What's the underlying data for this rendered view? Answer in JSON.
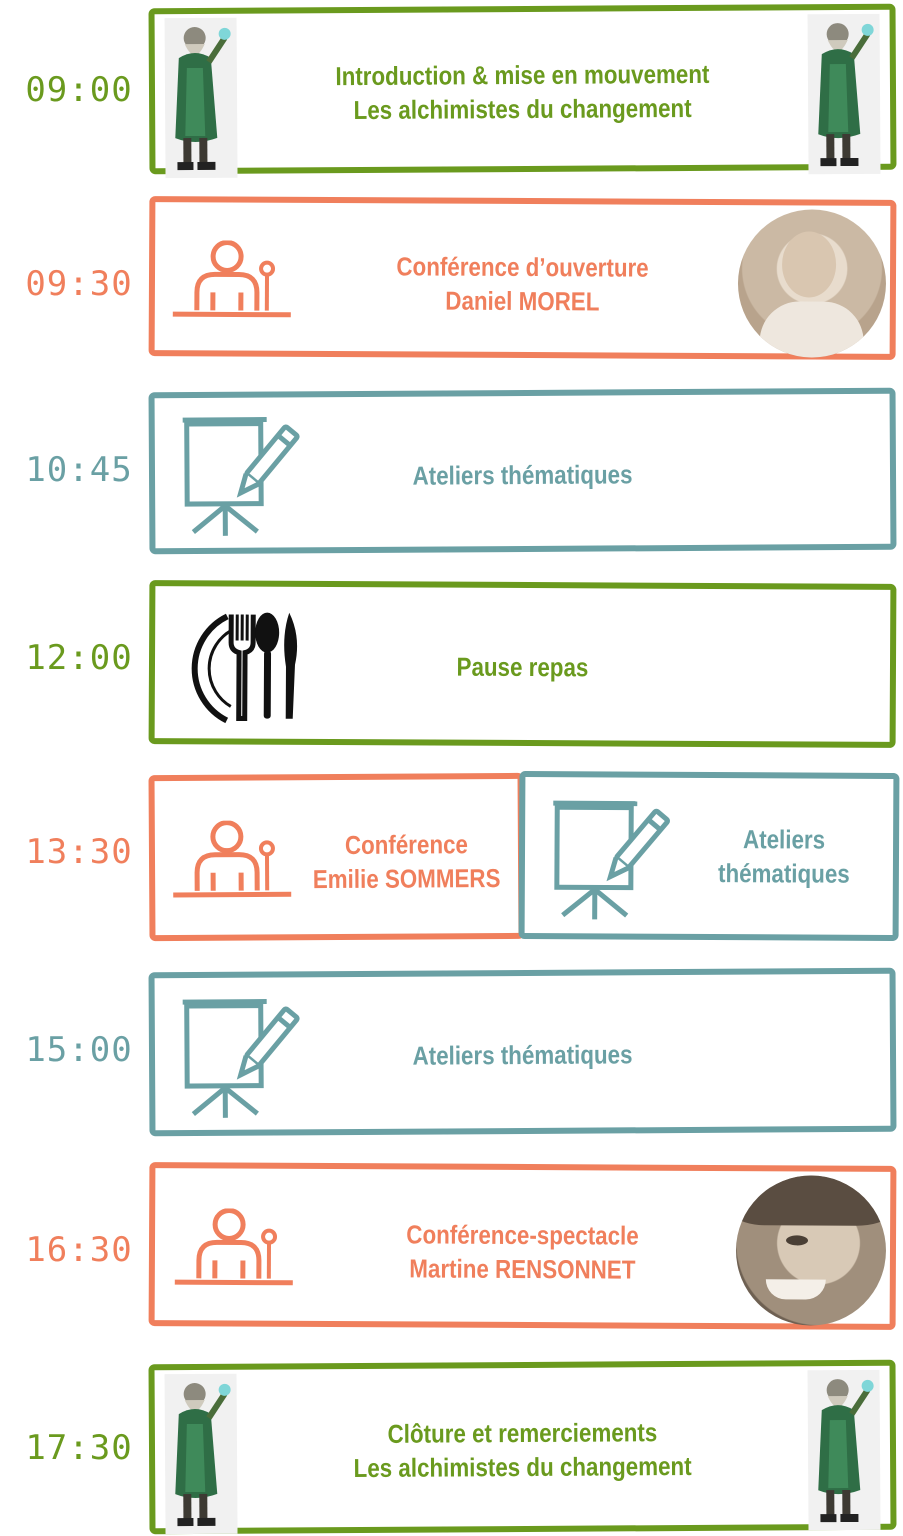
{
  "colors": {
    "green": "#6a9a1e",
    "orange": "#f07f5c",
    "teal": "#6aa0a4"
  },
  "schedule": [
    {
      "time": "09:00",
      "line1": "Introduction & mise en mouvement",
      "line2": "Les alchimistes du changement",
      "icon": "wizard-figure-icon"
    },
    {
      "time": "09:30",
      "line1": "Conférence d’ouverture",
      "line2": "Daniel MOREL",
      "icon": "speaker-podium-icon"
    },
    {
      "time": "10:45",
      "line1": "Ateliers thématiques",
      "icon": "flipchart-pen-icon"
    },
    {
      "time": "12:00",
      "line1": "Pause repas",
      "icon": "plate-cutlery-icon"
    },
    {
      "time": "13:30",
      "left_line1": "Conférence",
      "left_line2": "Emilie SOMMERS",
      "right_line1": "Ateliers",
      "right_line2": "thématiques"
    },
    {
      "time": "15:00",
      "line1": "Ateliers thématiques",
      "icon": "flipchart-pen-icon"
    },
    {
      "time": "16:30",
      "line1": "Conférence-spectacle",
      "line2": "Martine RENSONNET",
      "icon": "speaker-podium-icon"
    },
    {
      "time": "17:30",
      "line1": "Clôture et remerciements",
      "line2": "Les alchimistes du changement",
      "icon": "wizard-figure-icon"
    }
  ]
}
